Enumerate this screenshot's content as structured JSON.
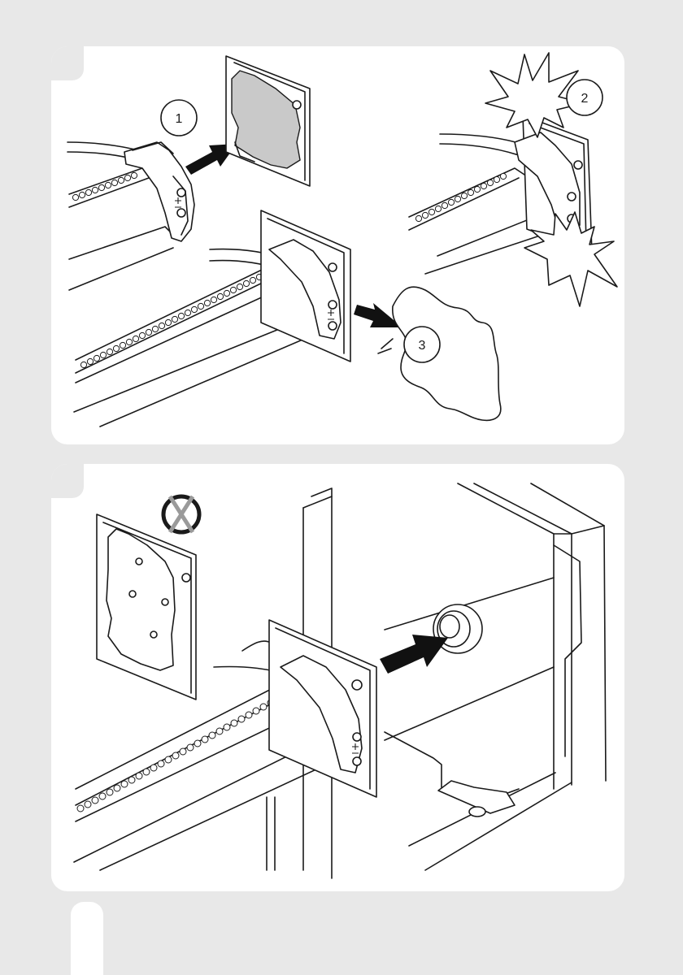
{
  "panels": [
    {
      "id": "panel-1",
      "steps": [
        "1",
        "2",
        "3"
      ],
      "warning": "burst"
    },
    {
      "id": "panel-2",
      "prohibited": true
    }
  ],
  "colors": {
    "page_background": "#e8e8e8",
    "panel_background": "#ffffff",
    "line": "#1a1a1a",
    "gasket_fill": "#c9c9c9",
    "prohibit_slash": "#9a9a9a"
  },
  "icons": [
    "arrow-right-icon",
    "burst-icon",
    "prohibited-icon",
    "step-circle-icon"
  ]
}
